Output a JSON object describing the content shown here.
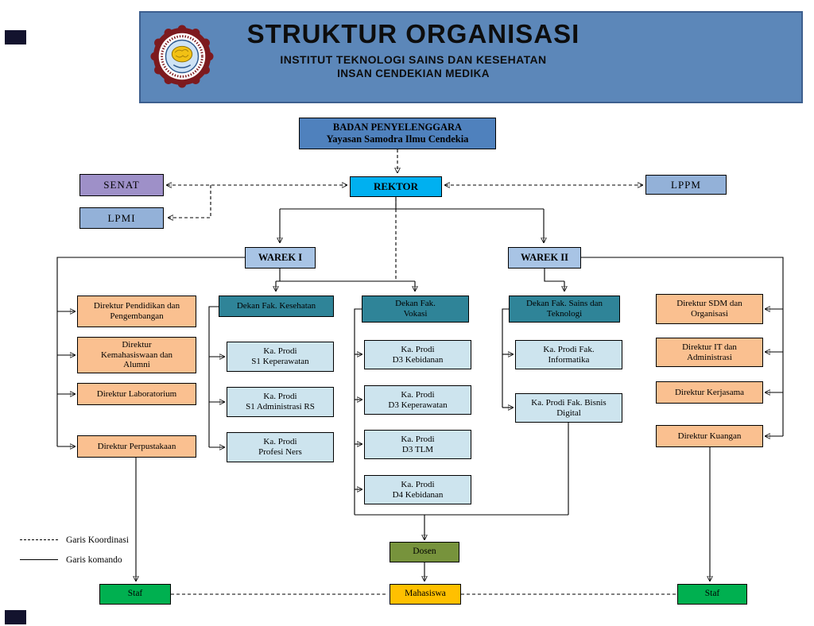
{
  "header": {
    "title": "STRUKTUR ORGANISASI",
    "subtitle1": "INSTITUT TEKNOLOGI SAINS DAN KESEHATAN",
    "subtitle2": "INSAN CENDEKIAN MEDIKA"
  },
  "nodes": {
    "badan": "BADAN PENYELENGGARA\nYayasan Samodra Ilmu Cendekia",
    "rektor": "REKTOR",
    "senat": "SENAT",
    "lpmi": "LPMI",
    "lppm": "LPPM",
    "warek1": "WAREK I",
    "warek2": "WAREK II",
    "dir_pendidikan": "Direktur Pendidikan dan\nPengembangan",
    "dir_kemahasiswaan": "Direktur\nKemahasiswaan dan\nAlumni",
    "dir_laboratorium": "Direktur Laboratorium",
    "dir_perpustakaan": "Direktur Perpustakaan",
    "dekan_kesehatan": "Dekan Fak. Kesehatan",
    "prodi_s1_keperawatan": "Ka. Prodi\nS1 Keperawatan",
    "prodi_s1_administrasi_rs": "Ka. Prodi\nS1 Administrasi RS",
    "prodi_profesi_ners": "Ka. Prodi\nProfesi Ners",
    "dekan_vokasi": "Dekan Fak.\nVokasi",
    "prodi_d3_kebidanan": "Ka. Prodi\nD3 Kebidanan",
    "prodi_d3_keperawatan": "Ka. Prodi\nD3 Keperawatan",
    "prodi_d3_tlm": "Ka. Prodi\nD3 TLM",
    "prodi_d4_kebidanan": "Ka. Prodi\nD4 Kebidanan",
    "dekan_sains_teknologi": "Dekan Fak. Sains dan\nTeknologi",
    "prodi_informatika": "Ka. Prodi Fak.\nInformatika",
    "prodi_bisnis_digital": "Ka. Prodi Fak. Bisnis\nDigital",
    "dir_sdm": "Direktur SDM dan\nOrganisasi",
    "dir_it": "Direktur IT dan\nAdministrasi",
    "dir_kerjasama": "Direktur Kerjasama",
    "dir_keuangan": "Direktur Kuangan",
    "dosen": "Dosen",
    "staf_kiri": "Staf",
    "mahasiswa": "Mahasiswa",
    "staf_kanan": "Staf"
  },
  "legend": {
    "koordinasi": "Garis Koordinasi",
    "komando": "Garis komando"
  },
  "colors": {
    "banner_bg": "#5c87b9",
    "badan": "#4f81bd",
    "rektor": "#00b0f0",
    "senat": "#9e90c8",
    "lpmi_lppm": "#93b1d8",
    "warek": "#a8c4e5",
    "direktur": "#fac090",
    "dekan": "#2f8498",
    "prodi": "#cde4ee",
    "dosen": "#77933c",
    "staf": "#00b050",
    "mahasiswa": "#ffc000",
    "logo_ring": "#7d1a1e"
  }
}
